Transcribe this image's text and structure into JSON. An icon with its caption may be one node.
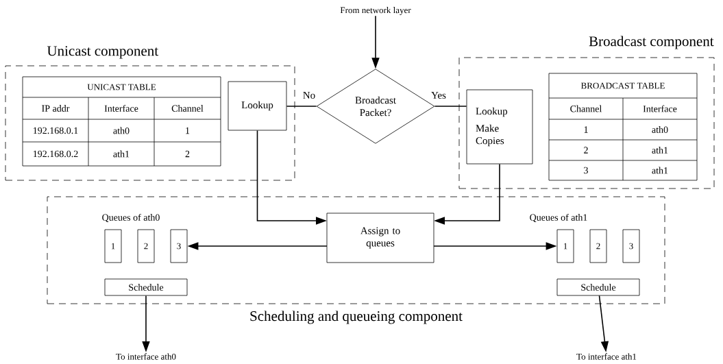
{
  "diagram": {
    "nodes": [
      {
        "text": [
          "From network layer"
        ]
      },
      {
        "text": [
          "Unicast component"
        ]
      },
      {
        "text": [
          "UNICAST TABLE",
          "IP addr",
          "Interface",
          "Channel",
          "192.168.0.1",
          "ath0",
          "1",
          "192.168.0.2",
          "ath1",
          "2"
        ],
        "in": 1
      },
      {
        "text": [
          "Lookup"
        ],
        "in": 1
      },
      {
        "text": [
          "Broadcast Packet?"
        ]
      },
      {
        "text": [
          "Broadcast component"
        ]
      },
      {
        "text": [
          "Lookup",
          "Make Copies"
        ],
        "in": 5
      },
      {
        "text": [
          "BROADCAST TABLE",
          "Channel",
          "Interface",
          "1",
          "ath0",
          "2",
          "ath1",
          "3",
          "ath1"
        ],
        "in": 5
      },
      {
        "text": [
          "Scheduling and queueing component"
        ]
      },
      {
        "text": [
          "1"
        ],
        "in": 8
      },
      {
        "text": [
          "2"
        ],
        "in": 8
      },
      {
        "text": [
          "3"
        ],
        "in": 8
      },
      {
        "text": [
          "Assign to queues"
        ],
        "in": 8
      },
      {
        "text": [
          "1"
        ],
        "in": 8
      },
      {
        "text": [
          "2"
        ],
        "in": 8
      },
      {
        "text": [
          "3"
        ],
        "in": 8
      },
      {
        "text": [
          "Schedule"
        ],
        "in": 8
      },
      {
        "text": [
          "Schedule"
        ],
        "in": 8
      },
      {
        "text": [
          "To interface ath0"
        ]
      },
      {
        "text": [
          "To interface ath1"
        ]
      }
    ],
    "edges": [
      {
        "from": 0,
        "to": 4,
        "arrow": "to"
      },
      {
        "from": 4,
        "to": 3,
        "arrow": "none",
        "label": "No"
      },
      {
        "from": 4,
        "to": 6,
        "arrow": "none",
        "label": "Yes"
      },
      {
        "from": 3,
        "to": 12,
        "arrow": "to"
      },
      {
        "from": 6,
        "to": 12,
        "arrow": "to"
      },
      {
        "from": 12,
        "to": 11,
        "arrow": "to"
      },
      {
        "from": 12,
        "to": 13,
        "arrow": "to"
      },
      {
        "from": 16,
        "to": 18,
        "arrow": "to"
      },
      {
        "from": 17,
        "to": 19,
        "arrow": "to"
      }
    ],
    "labels": [
      "Queues of ath0",
      "Queues of ath1"
    ]
  }
}
